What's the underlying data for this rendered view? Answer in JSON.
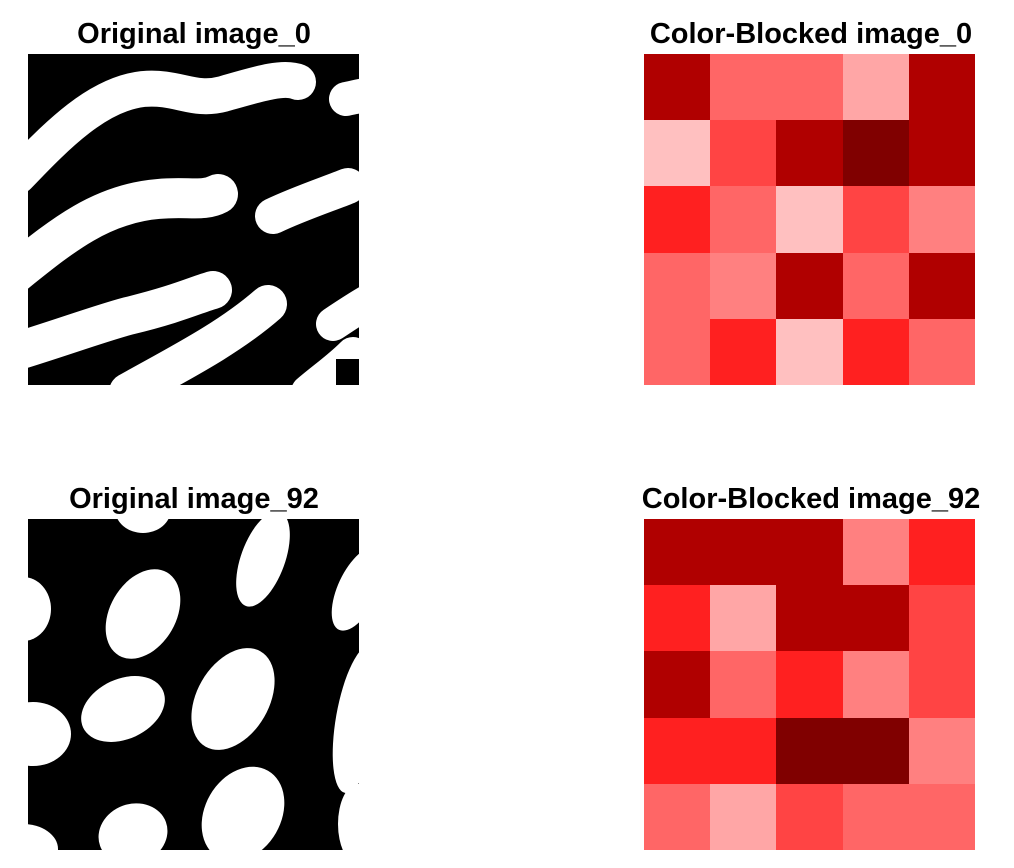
{
  "panels": [
    {
      "title": "Original image_0",
      "kind": "binary-pattern"
    },
    {
      "title": "Color-Blocked image_0",
      "kind": "color-grid",
      "grid": [
        [
          "#b00000",
          "#ff6666",
          "#ff6666",
          "#ffa6a6",
          "#b00000"
        ],
        [
          "#ffc0c0",
          "#ff4444",
          "#b00000",
          "#800000",
          "#b00000"
        ],
        [
          "#ff2020",
          "#ff6666",
          "#ffc0c0",
          "#ff4444",
          "#ff8080"
        ],
        [
          "#ff6666",
          "#ff8080",
          "#b00000",
          "#ff6666",
          "#b00000"
        ],
        [
          "#ff6666",
          "#ff2020",
          "#ffc0c0",
          "#ff2020",
          "#ff6666"
        ]
      ]
    },
    {
      "title": "Original image_92",
      "kind": "binary-pattern"
    },
    {
      "title": "Color-Blocked image_92",
      "kind": "color-grid",
      "grid": [
        [
          "#b00000",
          "#b00000",
          "#b00000",
          "#ff8080",
          "#ff2020"
        ],
        [
          "#ff2020",
          "#ffa6a6",
          "#b00000",
          "#b00000",
          "#ff4444"
        ],
        [
          "#b00000",
          "#ff6666",
          "#ff2020",
          "#ff8080",
          "#ff4444"
        ],
        [
          "#ff2020",
          "#ff2020",
          "#800000",
          "#800000",
          "#ff8080"
        ],
        [
          "#ff6666",
          "#ffa6a6",
          "#ff4444",
          "#ff6666",
          "#ff6666"
        ]
      ]
    }
  ]
}
